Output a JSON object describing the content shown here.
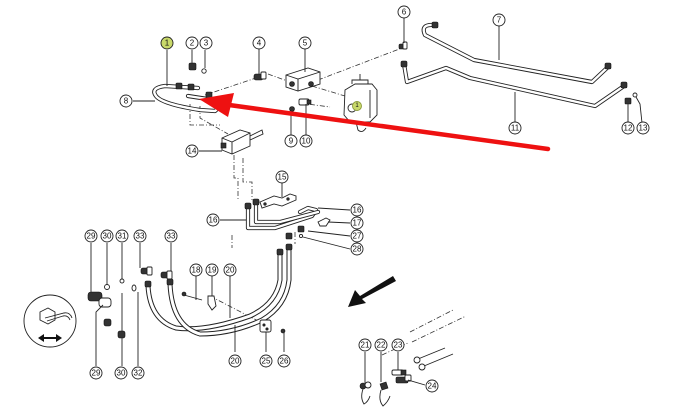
{
  "diagram": {
    "type": "exploded-parts-diagram",
    "subject": "hydraulic pipe and hose assembly",
    "highlight_color": "#c9d96a",
    "pointer_arrow_color": "#ee1111",
    "direction_arrow_color": "#111111",
    "highlighted_part": "1",
    "callouts": [
      {
        "id": "c1",
        "label": "1",
        "highlighted": true
      },
      {
        "id": "c1b",
        "label": "1",
        "highlighted": true
      },
      {
        "id": "c2",
        "label": "2",
        "highlighted": false
      },
      {
        "id": "c3",
        "label": "3",
        "highlighted": false
      },
      {
        "id": "c4",
        "label": "4",
        "highlighted": false
      },
      {
        "id": "c5",
        "label": "5",
        "highlighted": false
      },
      {
        "id": "c6",
        "label": "6",
        "highlighted": false
      },
      {
        "id": "c7",
        "label": "7",
        "highlighted": false
      },
      {
        "id": "c8",
        "label": "8",
        "highlighted": false
      },
      {
        "id": "c9",
        "label": "9",
        "highlighted": false
      },
      {
        "id": "c10",
        "label": "10",
        "highlighted": false
      },
      {
        "id": "c11",
        "label": "11",
        "highlighted": false
      },
      {
        "id": "c12",
        "label": "12",
        "highlighted": false
      },
      {
        "id": "c13",
        "label": "13",
        "highlighted": false
      },
      {
        "id": "c14",
        "label": "14",
        "highlighted": false
      },
      {
        "id": "c15",
        "label": "15",
        "highlighted": false
      },
      {
        "id": "c16a",
        "label": "16",
        "highlighted": false
      },
      {
        "id": "c16b",
        "label": "16",
        "highlighted": false
      },
      {
        "id": "c17",
        "label": "17",
        "highlighted": false
      },
      {
        "id": "c18",
        "label": "18",
        "highlighted": false
      },
      {
        "id": "c19",
        "label": "19",
        "highlighted": false
      },
      {
        "id": "c20a",
        "label": "20",
        "highlighted": false
      },
      {
        "id": "c20b",
        "label": "20",
        "highlighted": false
      },
      {
        "id": "c21",
        "label": "21",
        "highlighted": false
      },
      {
        "id": "c22",
        "label": "22",
        "highlighted": false
      },
      {
        "id": "c23",
        "label": "23",
        "highlighted": false
      },
      {
        "id": "c24",
        "label": "24",
        "highlighted": false
      },
      {
        "id": "c25",
        "label": "25",
        "highlighted": false
      },
      {
        "id": "c26",
        "label": "26",
        "highlighted": false
      },
      {
        "id": "c27",
        "label": "27",
        "highlighted": false
      },
      {
        "id": "c28",
        "label": "28",
        "highlighted": false
      },
      {
        "id": "c29a",
        "label": "29",
        "highlighted": false
      },
      {
        "id": "c29b",
        "label": "29",
        "highlighted": false
      },
      {
        "id": "c30a",
        "label": "30",
        "highlighted": false
      },
      {
        "id": "c30b",
        "label": "30",
        "highlighted": false
      },
      {
        "id": "c31",
        "label": "31",
        "highlighted": false
      },
      {
        "id": "c32",
        "label": "32",
        "highlighted": false
      },
      {
        "id": "c33a",
        "label": "33",
        "highlighted": false
      },
      {
        "id": "c33b",
        "label": "33",
        "highlighted": false
      }
    ],
    "detail_inset": {
      "icon": "hex-nut-pipe-adjust-icon",
      "symbol": "double-arrow-horizontal"
    }
  }
}
